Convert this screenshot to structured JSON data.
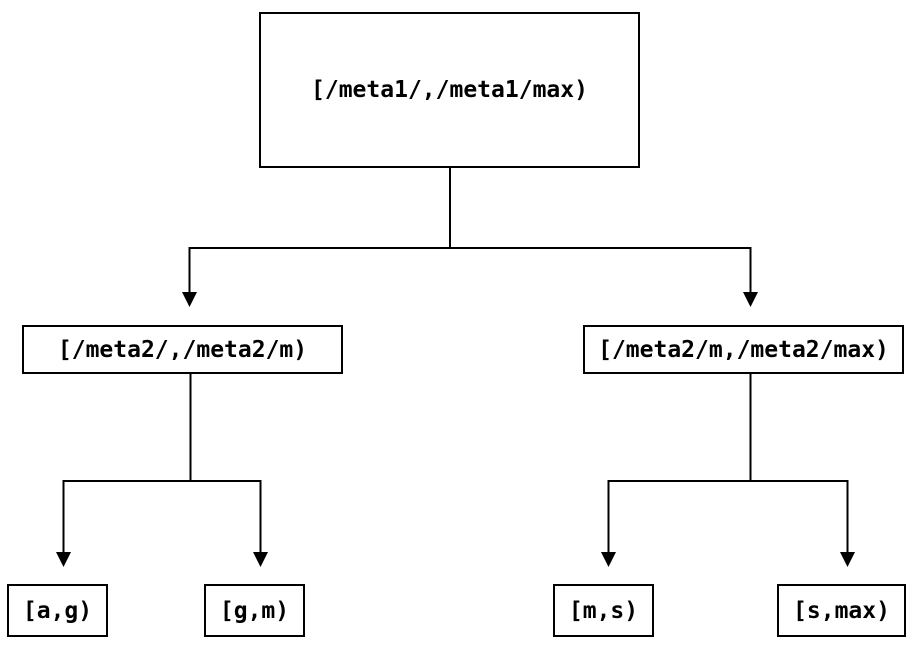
{
  "diagram": {
    "type": "binary-interval-tree",
    "background_color": "#ffffff",
    "line_color": "#000000",
    "node_border_color": "#000000",
    "node_fill_color": "#ffffff",
    "text_color": "#000000",
    "nodes": {
      "root": {
        "label": "[/meta1/,/meta1/max)"
      },
      "left_child": {
        "label": "[/meta2/,/meta2/m)"
      },
      "right_child": {
        "label": "[/meta2/m,/meta2/max)"
      },
      "leaf_1": {
        "label": "[a,g)"
      },
      "leaf_2": {
        "label": "[g,m)"
      },
      "leaf_3": {
        "label": "[m,s)"
      },
      "leaf_4": {
        "label": "[s,max)"
      }
    },
    "edges": [
      {
        "from": "root",
        "to": "left_child"
      },
      {
        "from": "root",
        "to": "right_child"
      },
      {
        "from": "left_child",
        "to": "leaf_1"
      },
      {
        "from": "left_child",
        "to": "leaf_2"
      },
      {
        "from": "right_child",
        "to": "leaf_3"
      },
      {
        "from": "right_child",
        "to": "leaf_4"
      }
    ]
  }
}
